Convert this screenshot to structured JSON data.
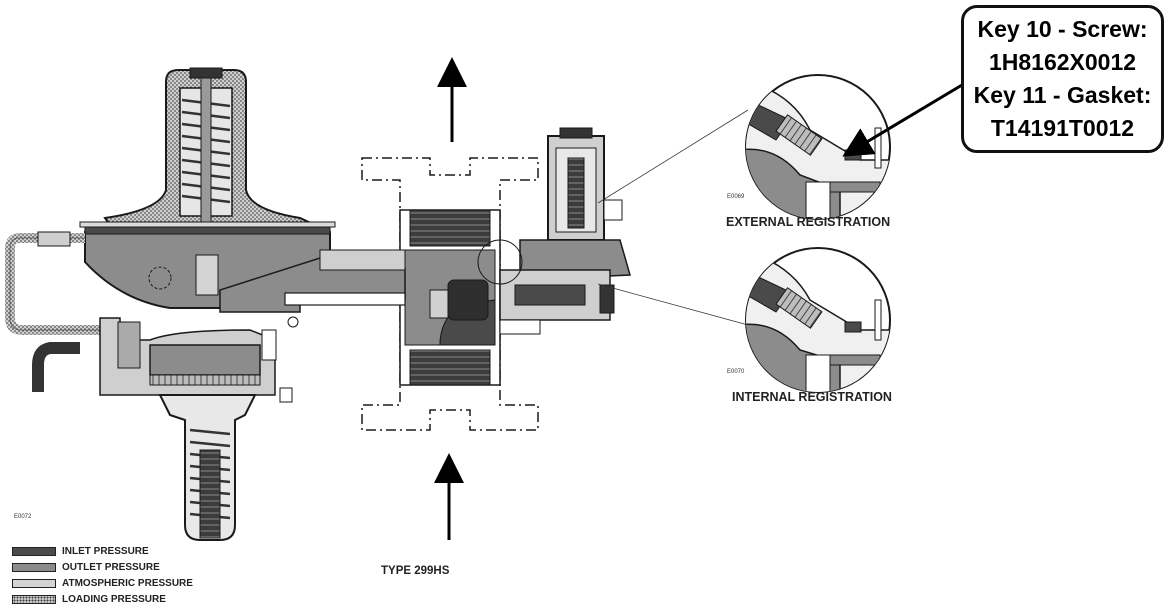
{
  "diagram": {
    "callout": {
      "lines": [
        "Key 10 - Screw:",
        "1H8162X0012",
        "Key 11 - Gasket:",
        "T14191T0012"
      ]
    },
    "detail_labels": {
      "external": "EXTERNAL REGISTRATION",
      "internal": "INTERNAL REGISTRATION"
    },
    "figure_codes": {
      "main": "E0072",
      "external": "E0069",
      "internal": "E0070"
    },
    "type_label": "TYPE 299HS",
    "legend": [
      {
        "label": "INLET PRESSURE",
        "color": "#4a4a4a",
        "pattern": "solid"
      },
      {
        "label": "OUTLET PRESSURE",
        "color": "#8c8c8c",
        "pattern": "solid"
      },
      {
        "label": "ATMOSPHERIC PRESSURE",
        "color": "#d4d4d4",
        "pattern": "solid"
      },
      {
        "label": "LOADING PRESSURE",
        "color": "#b0b0b0",
        "pattern": "dotted"
      }
    ],
    "colors": {
      "inlet": "#4a4a4a",
      "outlet": "#8c8c8c",
      "atmospheric": "#d4d4d4",
      "loading": "#b0b0b0",
      "outline": "#1a1a1a"
    }
  }
}
